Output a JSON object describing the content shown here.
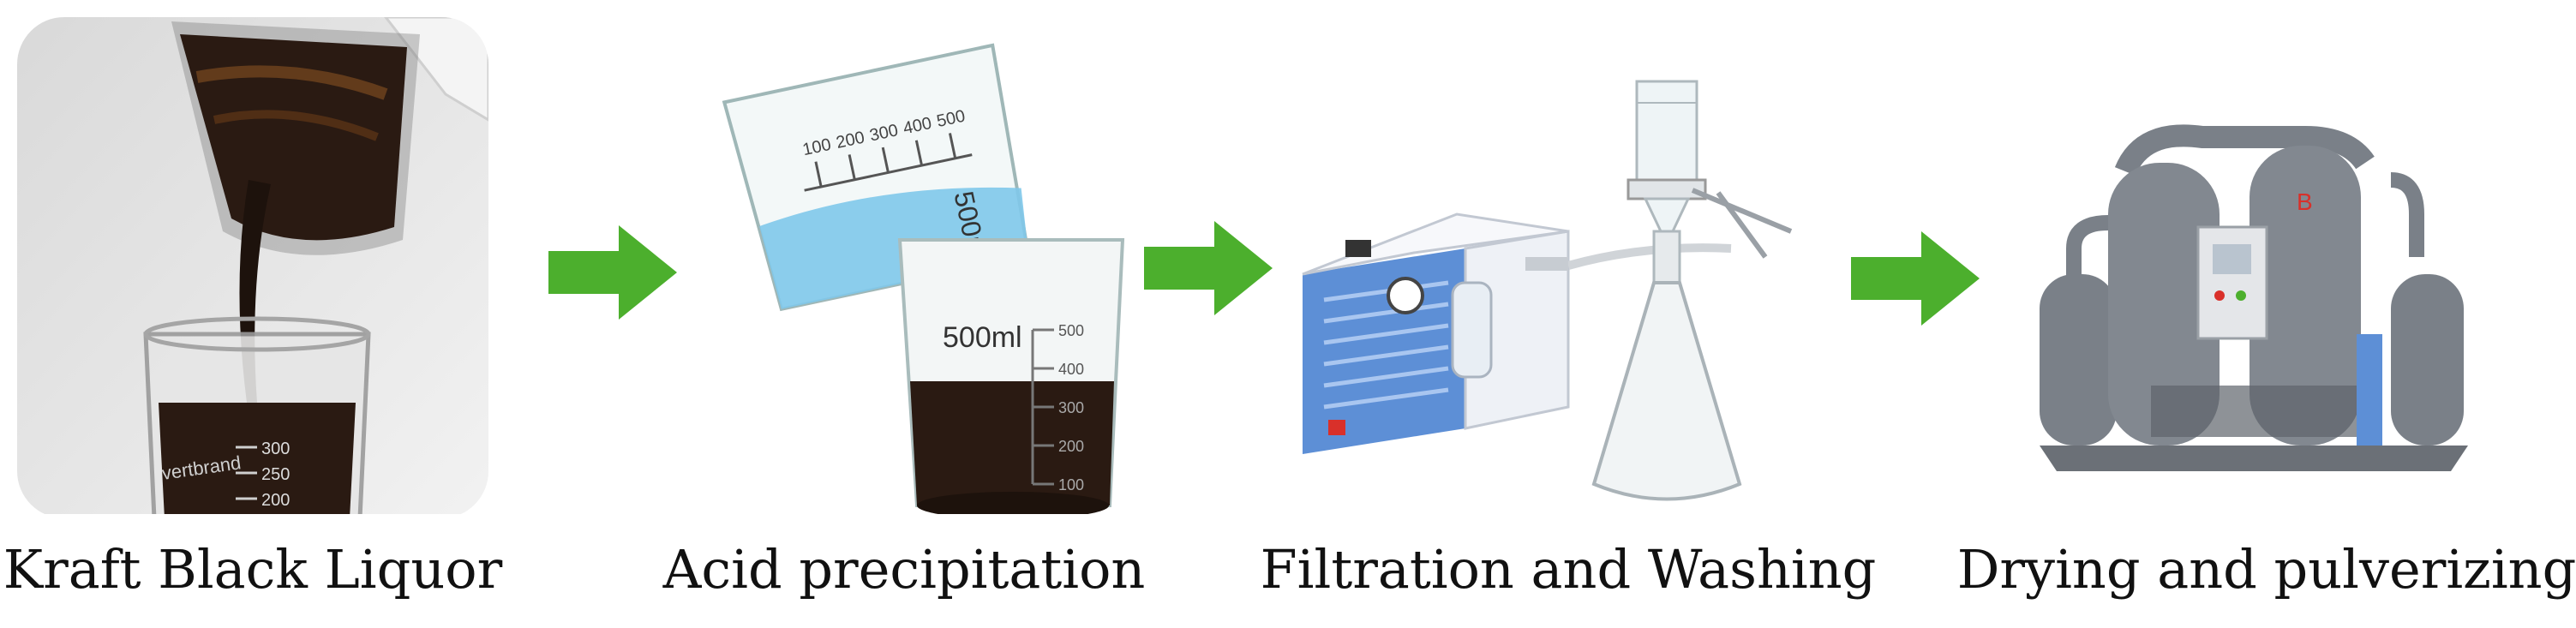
{
  "steps": [
    {
      "label": "Kraft Black Liquor",
      "beaker_ticks": [
        "300",
        "250",
        "200"
      ],
      "beaker_brand": "vertbrand"
    },
    {
      "label": "Acid precipitation",
      "upper_beaker_volume": "500ml",
      "upper_beaker_ticks": [
        "100",
        "200",
        "300",
        "400",
        "500"
      ],
      "lower_beaker_volume": "500ml",
      "lower_beaker_ticks": [
        "500",
        "400",
        "300",
        "200",
        "100"
      ]
    },
    {
      "label": "Filtration and Washing"
    },
    {
      "label": "Drying and pulverizing",
      "tank_letter": "B"
    }
  ],
  "colors": {
    "arrow": "#4caf2d",
    "liquor": "#2a1a12",
    "water": "#7fc8ea",
    "pump_blue": "#5d8fd6",
    "machine_gray": "#7a8088"
  }
}
